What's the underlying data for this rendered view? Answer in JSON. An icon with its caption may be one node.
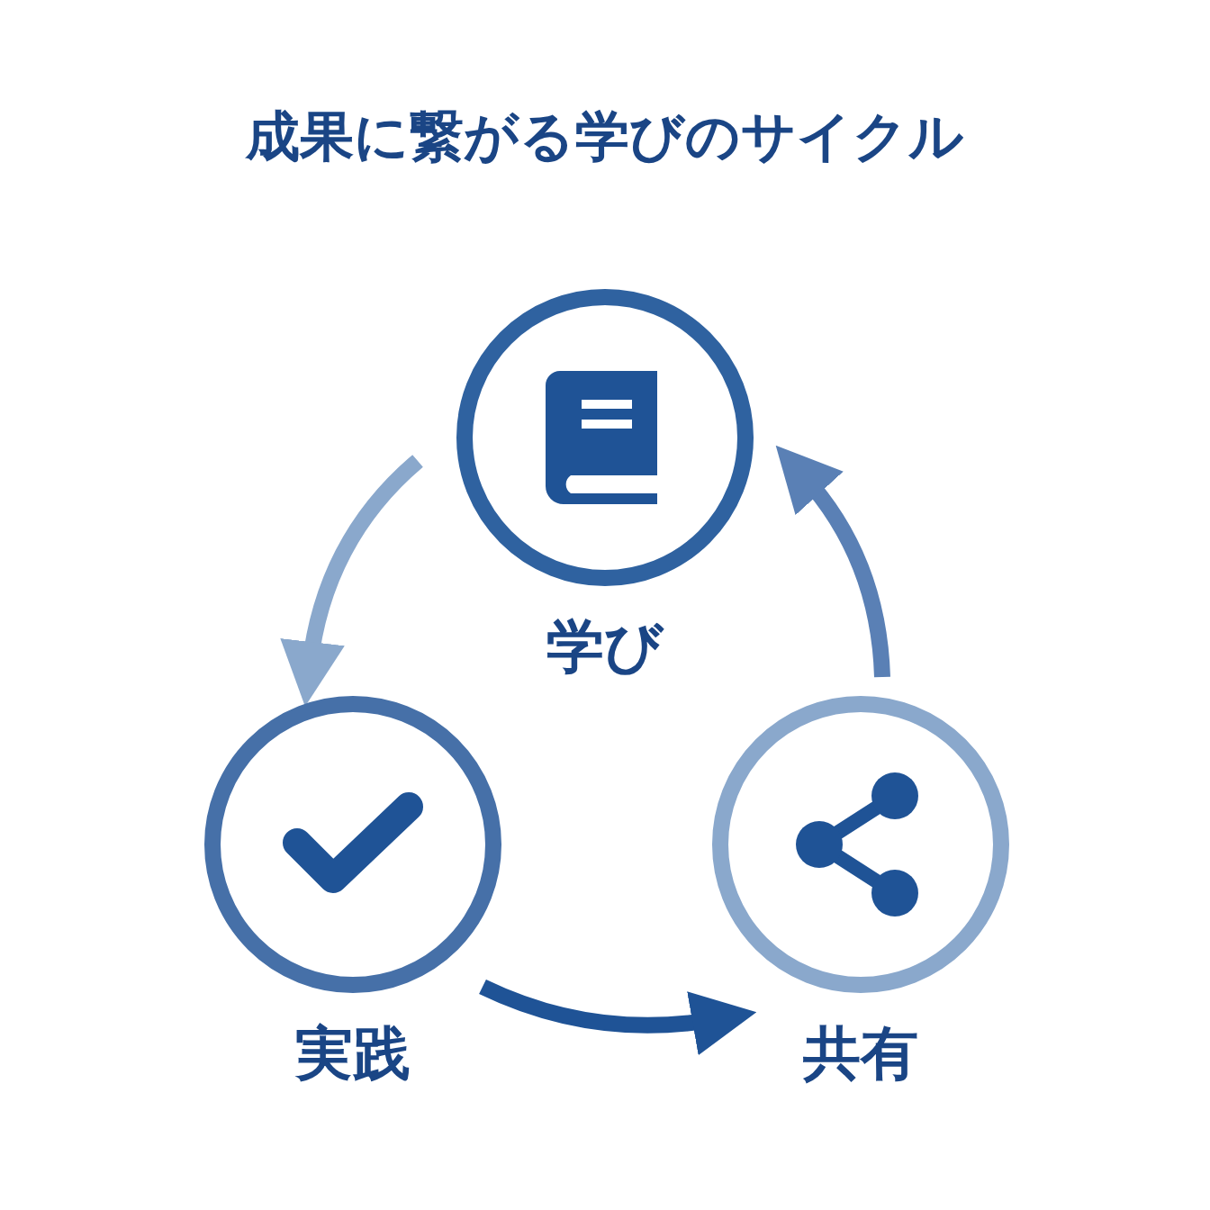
{
  "diagram": {
    "title": "成果に繋がる学びのサイクル",
    "nodes": [
      {
        "text": [
          "学び"
        ]
      },
      {
        "text": [
          "実践"
        ]
      },
      {
        "text": [
          "共有"
        ]
      }
    ],
    "edges": [
      {
        "from": 0,
        "to": 1,
        "arrow": "to",
        "color": "#8aa8cc"
      },
      {
        "from": 1,
        "to": 2,
        "arrow": "to",
        "color": "#1f5396"
      },
      {
        "from": 2,
        "to": 0,
        "arrow": "to",
        "color": "#5a80b5"
      }
    ]
  }
}
